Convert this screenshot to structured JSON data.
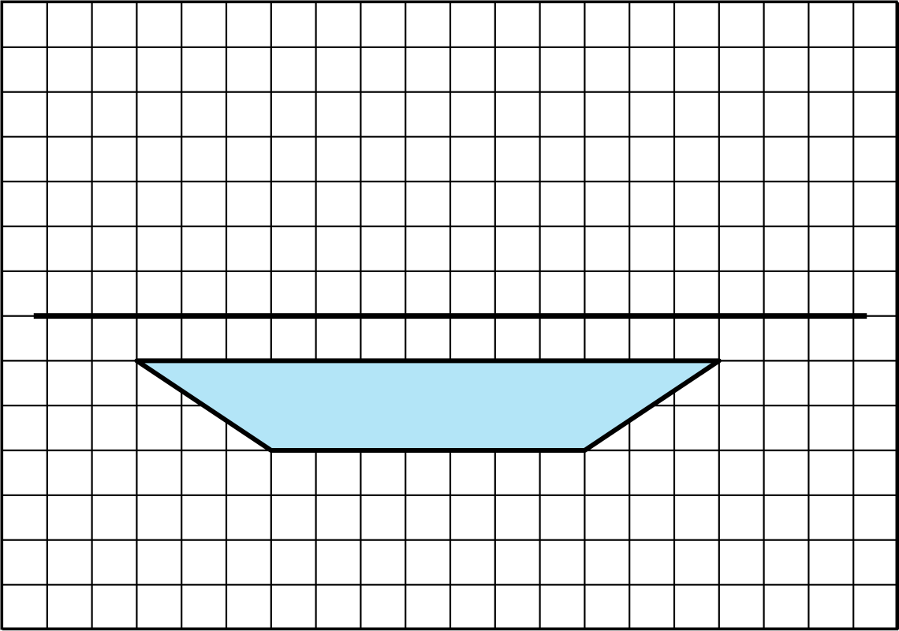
{
  "grid": {
    "columns": 20,
    "rows": 14,
    "line_color": "#000000",
    "background_color": "#ffffff"
  },
  "reflection_line": {
    "grid_row": 7,
    "from_col": 0.7,
    "to_col": 19.3,
    "color": "#000000"
  },
  "shape": {
    "fill_color": "#b3e5f7",
    "stroke_color": "#000000",
    "vertices": [
      [
        3,
        8
      ],
      [
        16,
        8
      ],
      [
        13,
        10
      ],
      [
        6,
        10
      ]
    ]
  }
}
